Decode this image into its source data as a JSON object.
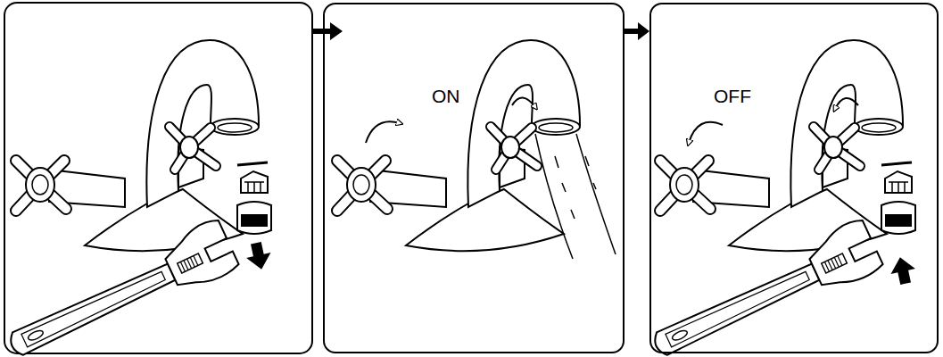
{
  "diagram": {
    "nodes": [
      {
        "text": [
          "ON"
        ]
      },
      {
        "text": [
          "OFF"
        ]
      }
    ],
    "edges": [
      {
        "from": 0,
        "to": 1,
        "arrow": "to"
      }
    ]
  }
}
